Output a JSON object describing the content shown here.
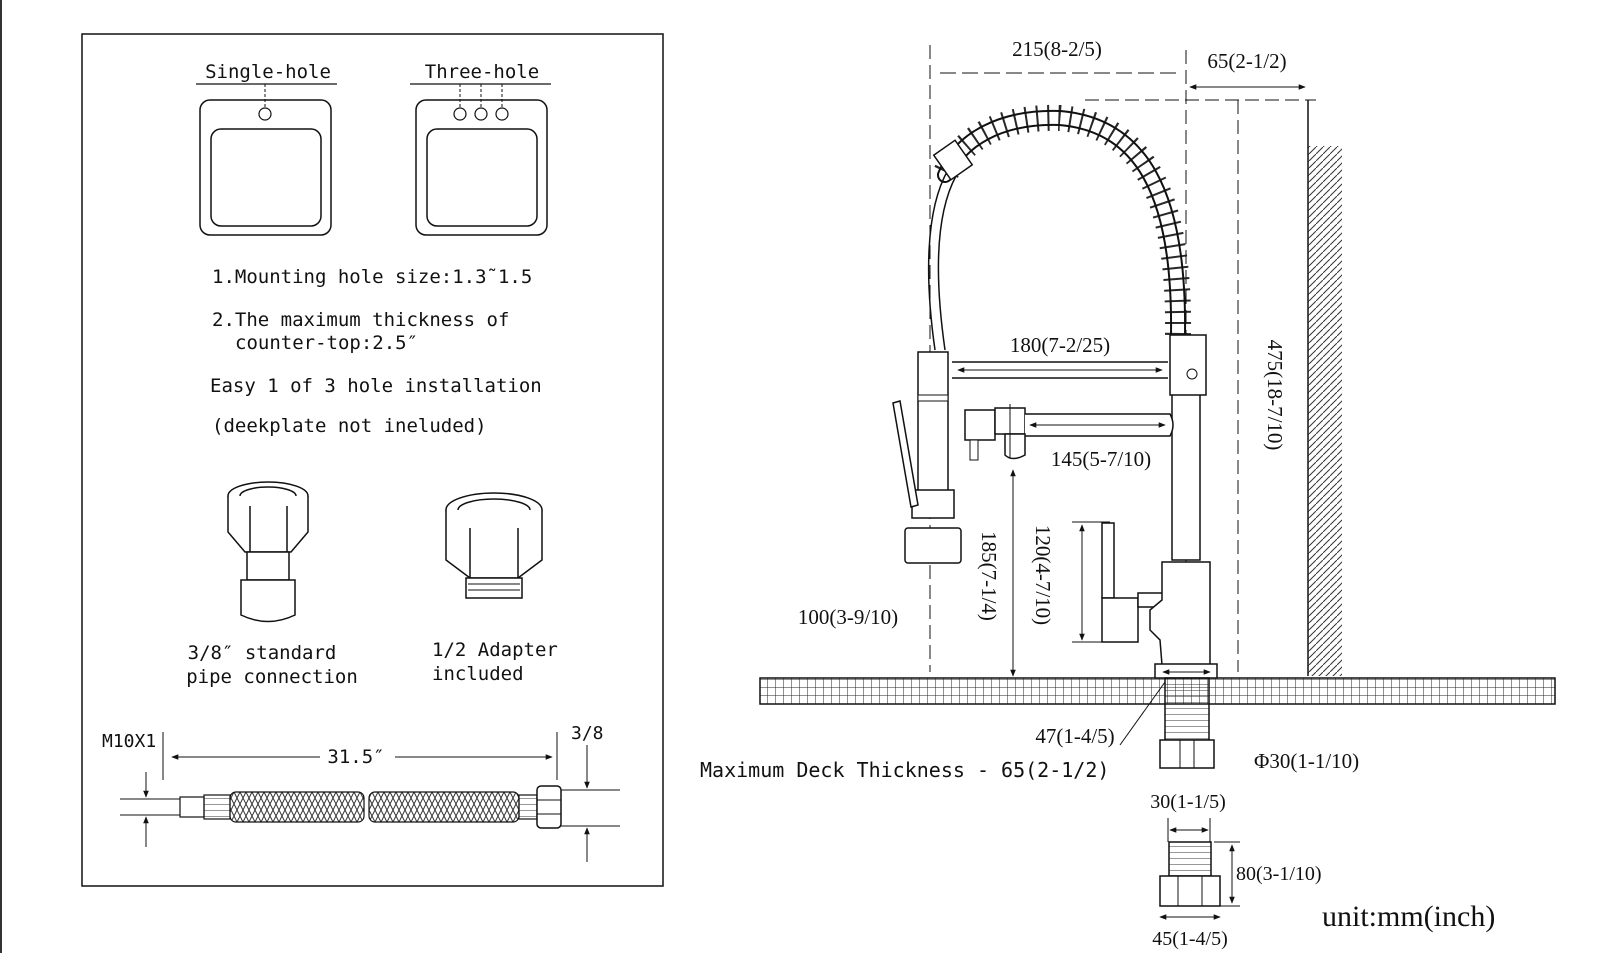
{
  "left_panel": {
    "single_hole_label": "Single-hole",
    "three_hole_label": "Three-hole",
    "note_1": "1.Mounting hole size:1.3˜1.5",
    "note_2_line1": "2.The maximum thickness of",
    "note_2_line2": "counter-top:2.5″",
    "install_text": "Easy 1 of 3 hole installation",
    "deckplate_text": "(deekplate not ineluded)",
    "pipe_label_line1": "3/8″ standard",
    "pipe_label_line2": "pipe connection",
    "adapter_label_line1": "1/2 Adapter",
    "adapter_label_line2": "included",
    "hose_thread_label": "M10X1",
    "hose_length_label": "31.5″",
    "hose_end_label": "3/8"
  },
  "right_panel": {
    "dim_reach": "215(8-2/5)",
    "dim_wall_offset": "65(2-1/2)",
    "dim_height": "475(18-7/10)",
    "dim_handle_span": "180(7-2/25)",
    "dim_spout": "145(5-7/10)",
    "dim_spout_height": "185(7-1/4)",
    "dim_handle_height": "120(4-7/10)",
    "dim_sprayer_offset": "100(3-9/10)",
    "dim_base": "47(1-4/5)",
    "max_deck_text": "Maximum Deck Thickness - 65(2-1/2)",
    "dim_shank_dia": "Φ30(1-1/10)",
    "dim_nut_width": "30(1-1/5)",
    "dim_shank_length": "80(3-1/10)",
    "dim_nut_outer": "45(1-4/5)",
    "unit_label": "unit:mm(inch)"
  }
}
